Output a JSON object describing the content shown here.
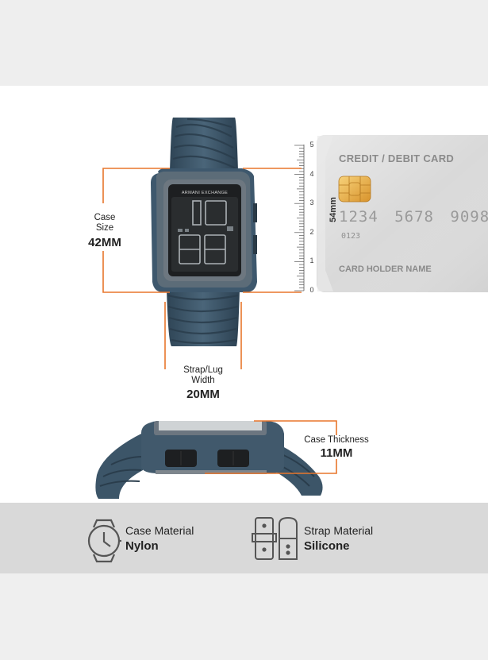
{
  "dimensions": {
    "case_size_label": "Case\nSize",
    "case_size_value": "42MM",
    "strap_label": "Strap/Lug\nWidth",
    "strap_value": "20MM",
    "thickness_label": "Case Thickness",
    "thickness_value": "11MM"
  },
  "watch": {
    "brand": "ARMANI EXCHANGE"
  },
  "card": {
    "title": "CREDIT / DEBIT CARD",
    "number": "1234 5678 9098",
    "sub_number": "0123",
    "holder": "CARD HOLDER NAME",
    "height_label": "54mm"
  },
  "ruler": {
    "ticks": [
      "5",
      "4",
      "3",
      "2",
      "1",
      "0"
    ]
  },
  "features": [
    {
      "icon": "watch-outline-icon",
      "label": "Case Material",
      "value": "Nylon"
    },
    {
      "icon": "strap-outline-icon",
      "label": "Strap Material",
      "value": "Silicone"
    }
  ],
  "colors": {
    "accent": "#e8762c",
    "watch": "#3d566b",
    "card": "#d6d6d6"
  }
}
